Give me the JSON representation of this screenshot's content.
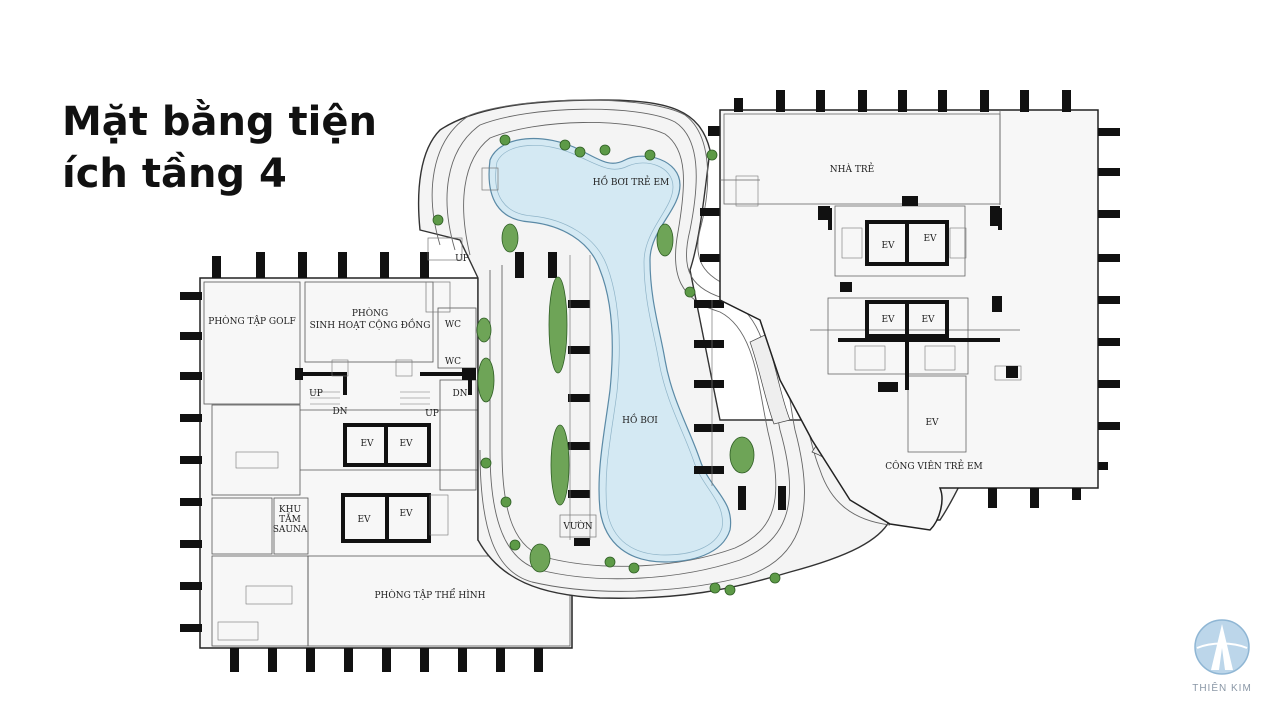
{
  "title": {
    "line1": "Mặt bằng tiện",
    "line2": "ích tầng 4"
  },
  "rooms": {
    "golf": "PHÒNG TẬP GOLF",
    "community_1": "PHÒNG",
    "community_2": "SINH HOẠT CỘNG ĐỒNG",
    "kids_pool": "HỒ BƠI TRẺ EM",
    "pool": "HỒ BƠI",
    "nursery": "NHÀ TRẺ",
    "kids_park": "CÔNG VIÊN TRẺ EM",
    "sauna_1": "KHU",
    "sauna_2": "TẮM",
    "sauna_3": "SAUNA",
    "gym": "PHÒNG TẬP THỂ HÌNH",
    "garden": "VƯỜN",
    "wc": "WC",
    "up": "UP",
    "dn": "DN",
    "ev": "EV"
  },
  "logo": {
    "name": "THIÊN KIM"
  },
  "colors": {
    "pool_fill": "#d4e9f3",
    "tree_green": "#4e8a3c",
    "wall": "#111111"
  }
}
